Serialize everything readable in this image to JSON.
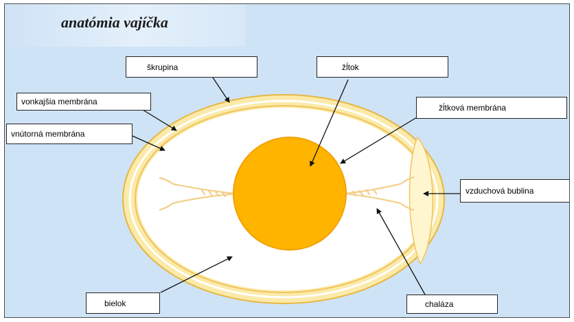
{
  "title": "anatómia vajíčka",
  "colors": {
    "background": "#cfe3f6",
    "shell": "#fbeaa9",
    "shell_stroke": "#e8b640",
    "albumen": "#ffffff",
    "yolk": "#ffb400",
    "yolk_stroke": "#f2a000",
    "air_cell": "#fff6cf"
  },
  "labels": {
    "shell": "škrupina",
    "outer_membrane": "vonkajšia membrána",
    "inner_membrane": "vnútorná membrána",
    "yolk": "žĺtok",
    "yolk_membrane": "žĺtková membrána",
    "air_cell": "vzduchová bublina",
    "albumen": "bielok",
    "chalaza": "chaláza"
  }
}
